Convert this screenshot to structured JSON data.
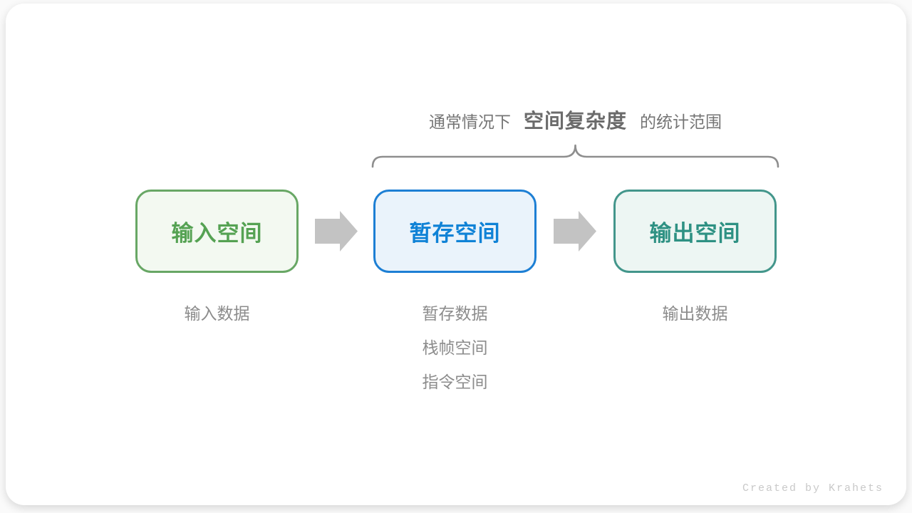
{
  "caption": {
    "prefix": "通常情况下",
    "highlight": "空间复杂度",
    "suffix": "的统计范围"
  },
  "columns": [
    {
      "box_label": "输入空间",
      "theme": "green",
      "border_color": "#68a765",
      "text_color": "#55a253",
      "fill_color": "#f3f9f1",
      "notes": [
        "输入数据"
      ]
    },
    {
      "box_label": "暂存空间",
      "theme": "blue",
      "border_color": "#1d7fd4",
      "text_color": "#0f82d6",
      "fill_color": "#eaf3fb",
      "notes": [
        "暂存数据",
        "栈帧空间",
        "指令空间"
      ]
    },
    {
      "box_label": "输出空间",
      "theme": "teal",
      "border_color": "#43968b",
      "text_color": "#2e9183",
      "fill_color": "#edf6f3",
      "notes": [
        "输出数据"
      ]
    }
  ],
  "colors": {
    "arrow": "#c3c3c3",
    "brace": "#8e8e8e",
    "caption_text": "#757575",
    "note_text": "#8c8c8c",
    "card_background": "#ffffff"
  },
  "credit": "Created by Krahets"
}
